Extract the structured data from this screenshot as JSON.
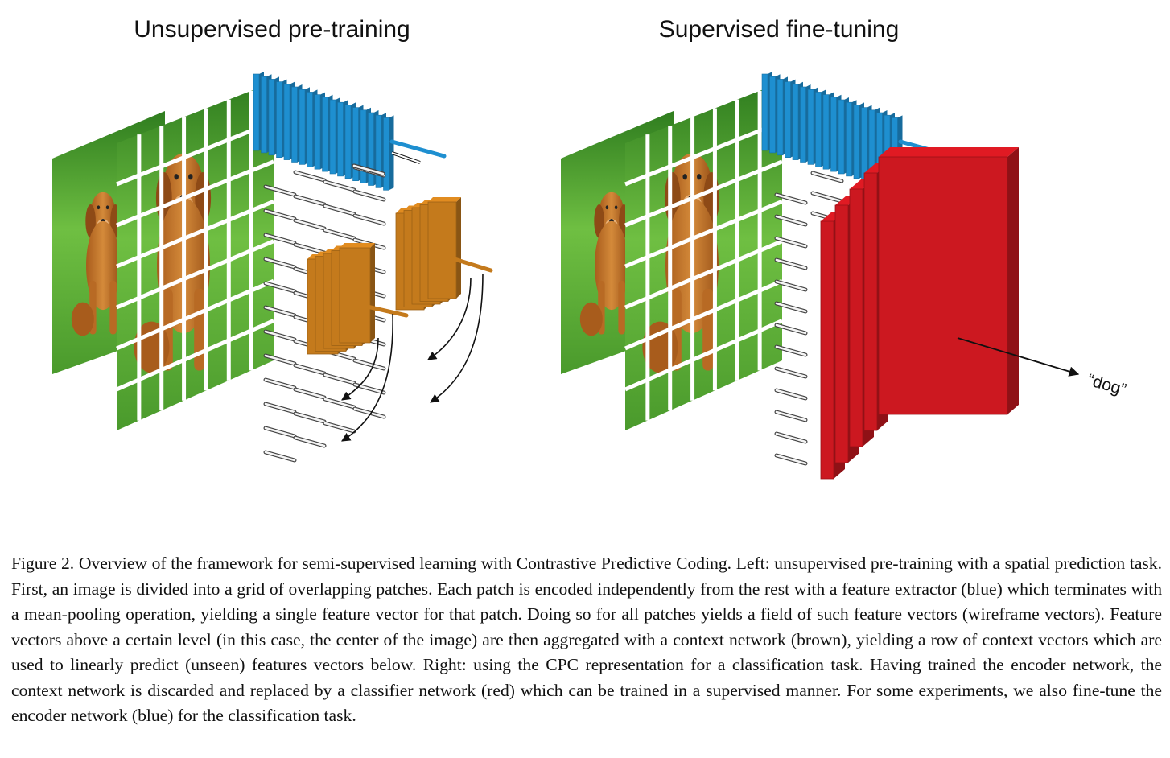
{
  "figure": {
    "left_title": "Unsupervised pre-training",
    "right_title": "Supervised fine-tuning",
    "output_label": "“dog”",
    "colors": {
      "encoder": "#1e8fd0",
      "context": "#c47a1c",
      "classifier": "#cc1820",
      "grass": "#5fae3c",
      "dog": "#c4792d"
    },
    "caption": "Figure 2. Overview of the framework for semi-supervised learning with Contrastive Predictive Coding. Left: unsupervised pre-training with a spatial prediction task. First, an image is divided into a grid of overlapping patches. Each patch is encoded independently from the rest with a feature extractor (blue) which terminates with a mean-pooling operation, yielding a single feature vector for that patch. Doing so for all patches yields a field of such feature vectors (wireframe vectors). Feature vectors above a certain level (in this case, the center of the image) are then aggregated with a context network (brown), yielding a row of context vectors which are used to linearly predict (unseen) features vectors below. Right: using the CPC representation for a classification task. Having trained the encoder network, the context network is discarded and replaced by a classifier network (red) which can be trained in a supervised manner. For some experiments, we also fine-tune the encoder network (blue) for the classification task."
  }
}
